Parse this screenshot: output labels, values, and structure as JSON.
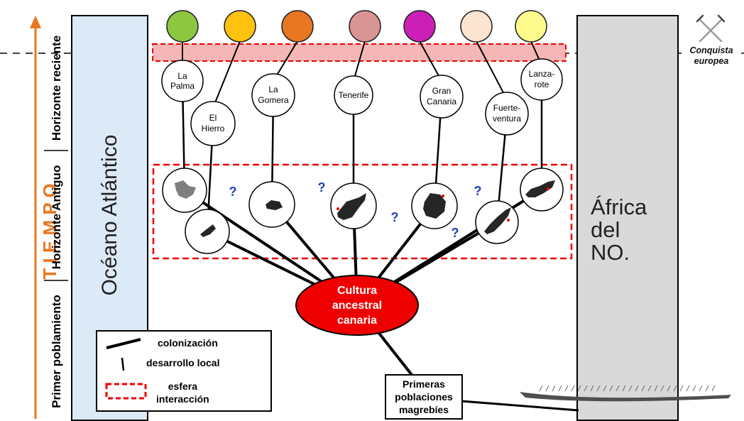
{
  "time_axis": {
    "label": "T I E M P O",
    "periods": [
      "Primer poblamiento",
      "Horizonte Antiguo",
      "Horizonte reciente"
    ]
  },
  "ocean_label": "Océano Atlántico",
  "africa_label": [
    "África",
    "del",
    "NO."
  ],
  "conquest_label": [
    "Conquista",
    "europea"
  ],
  "islands": [
    {
      "id": "la-palma",
      "name": [
        "La",
        "Palma"
      ],
      "color": "#8dc63f"
    },
    {
      "id": "el-hierro",
      "name": [
        "El",
        "Hierro"
      ],
      "color": "#ffc20e"
    },
    {
      "id": "la-gomera",
      "name": [
        "La",
        "Gomera"
      ],
      "color": "#e87722"
    },
    {
      "id": "tenerife",
      "name": [
        "Tenerife"
      ],
      "color": "#d99494"
    },
    {
      "id": "gran-canaria",
      "name": [
        "Gran",
        "Canaria"
      ],
      "color": "#cc1fb5"
    },
    {
      "id": "fuerteventura",
      "name": [
        "Fuerte-",
        "ventura"
      ],
      "color": "#fde4d0"
    },
    {
      "id": "lanzarote",
      "name": [
        "Lanza-",
        "rote"
      ],
      "color": "#fdfb8c"
    }
  ],
  "question_mark": "?",
  "center_node": [
    "Cultura",
    "ancestral",
    "canaria"
  ],
  "origin_node": [
    "Primeras",
    "poblaciones",
    "magrebíes"
  ],
  "legend": {
    "colonization": "colonización",
    "local_development": "desarrollo local",
    "interaction": [
      "esfera",
      "interacción"
    ]
  },
  "colors": {
    "ocean_band": "#dce9f6",
    "africa_band": "#d9d9d9",
    "interaction_fill": "#f4b6b6",
    "center_node": "#ee0000",
    "arrow": "#e87722",
    "dashed_red": "#ee0000"
  }
}
